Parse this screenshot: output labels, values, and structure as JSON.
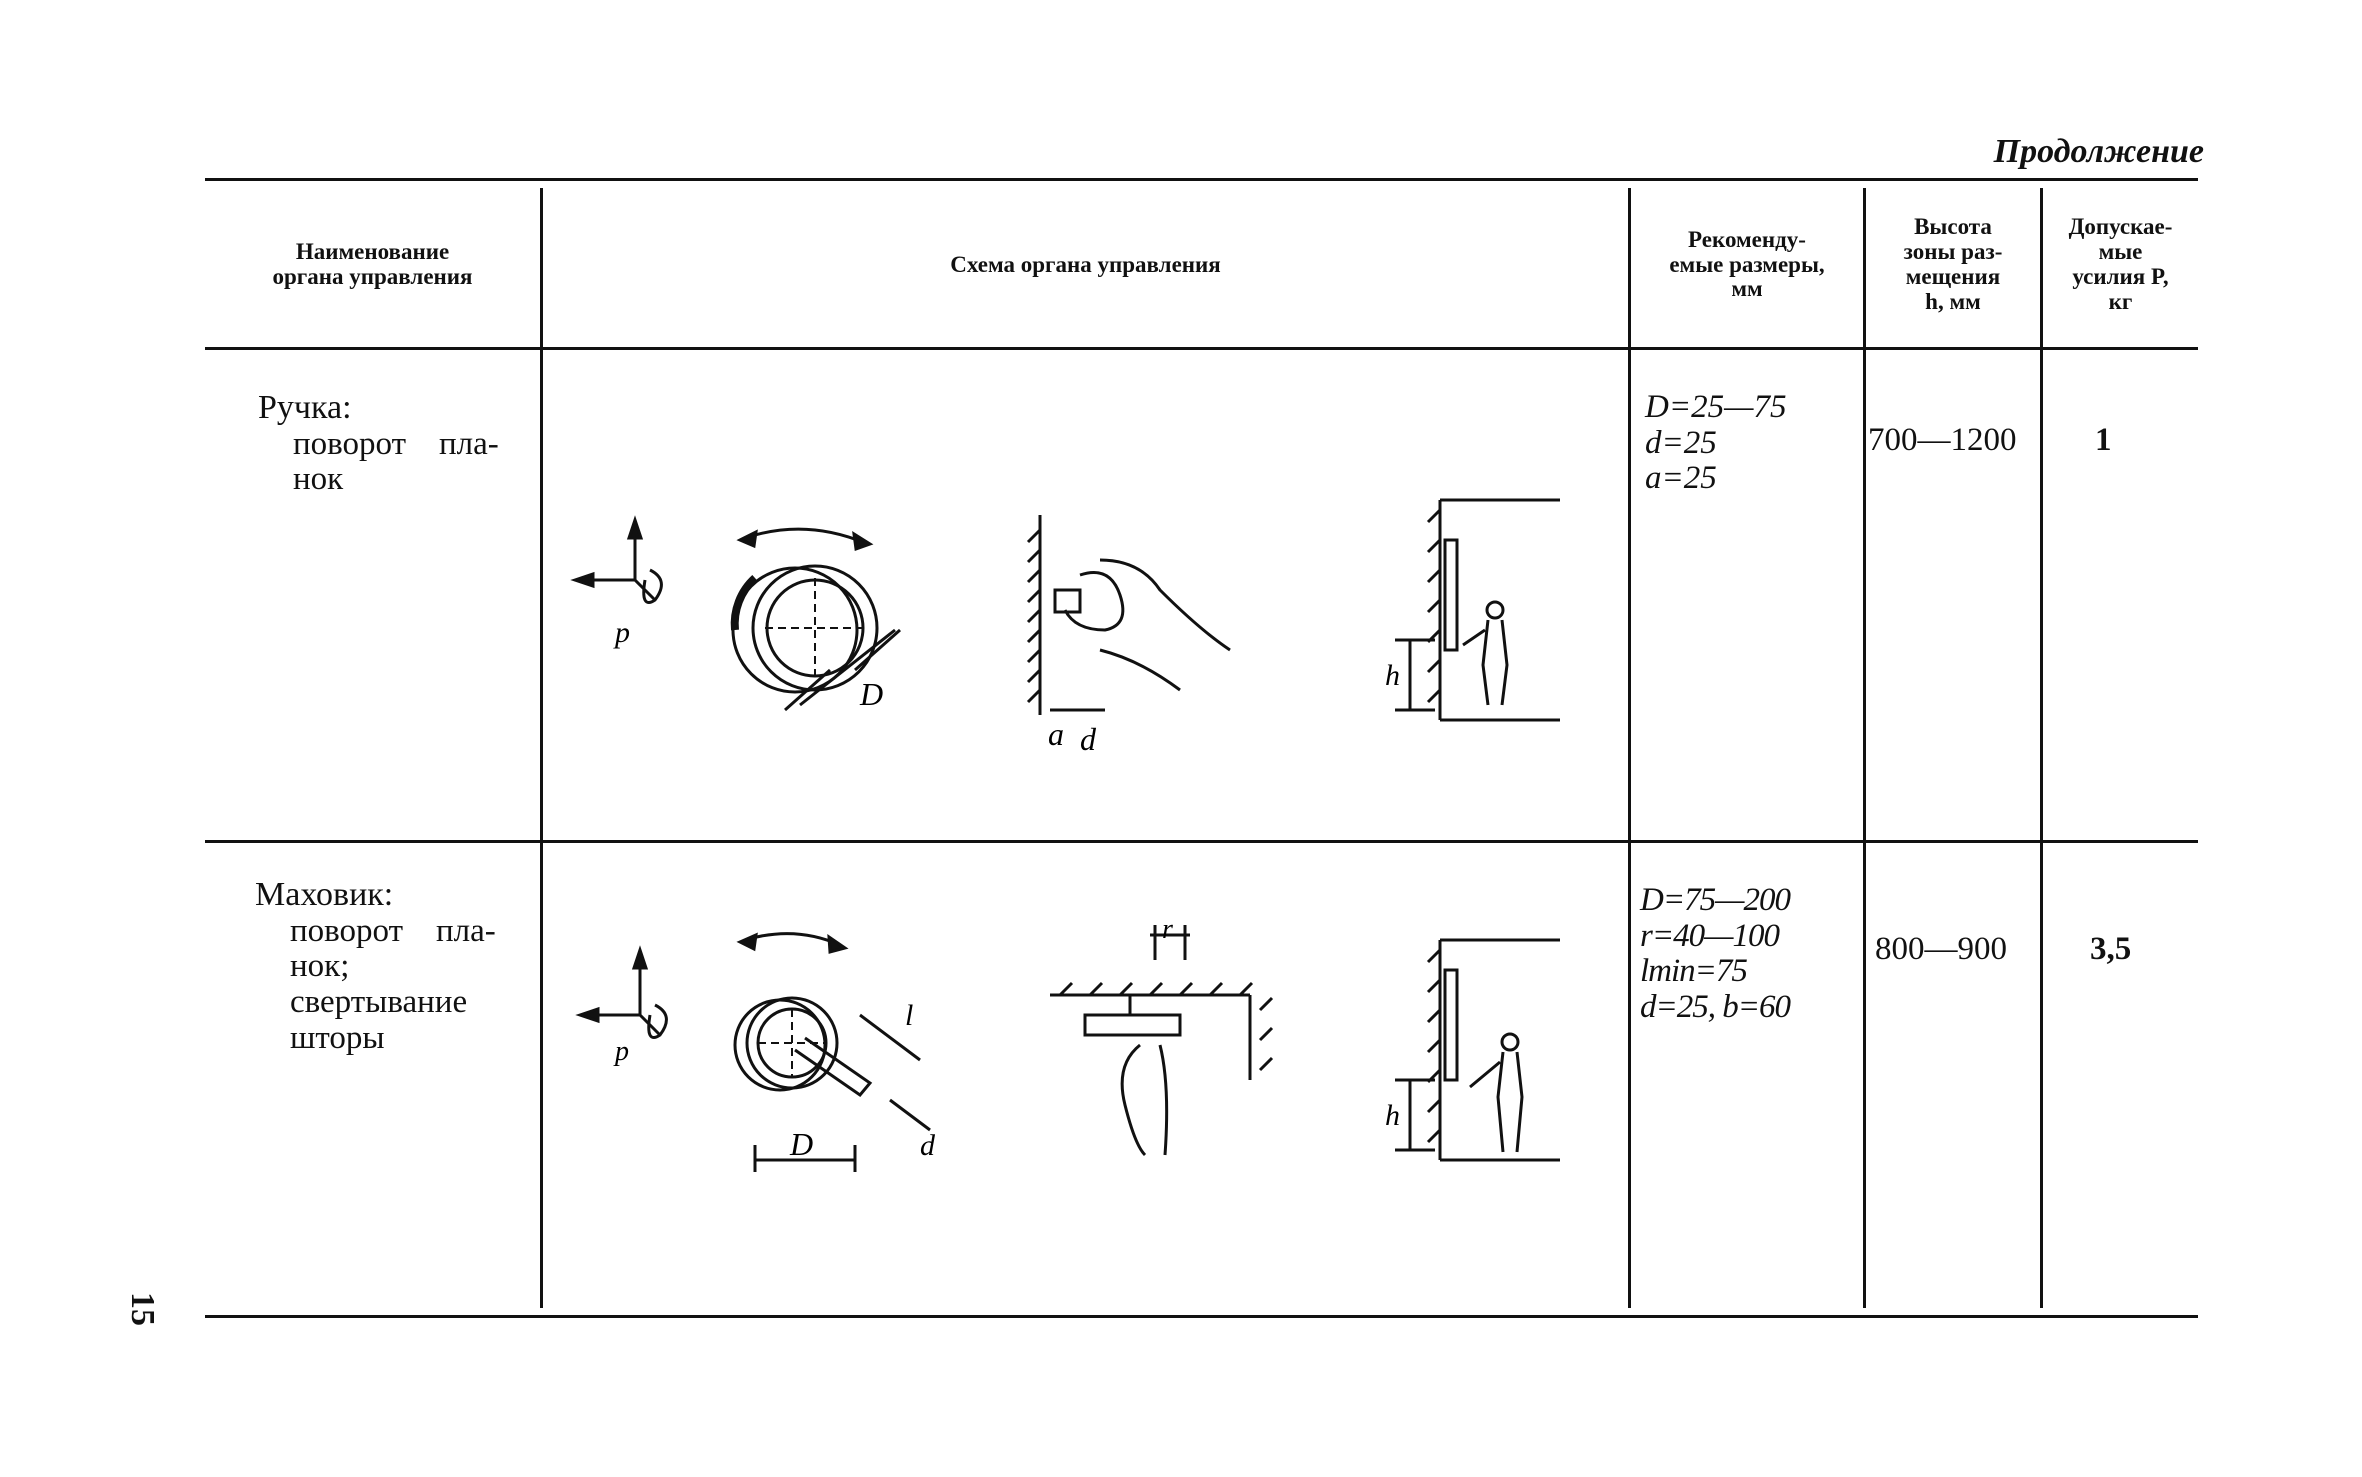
{
  "continuation": "Продолжение",
  "page_number": "15",
  "table": {
    "headers": [
      "Наименование\nоргана управления",
      "Схема органа управления",
      "Рекоменду-\nемые размеры,\nмм",
      "Высота\nзоны раз-\nмещения\nh, мм",
      "Допускае-\nмые\nусилия P,\nкг"
    ],
    "rows": [
      {
        "name_title": "Ручка:",
        "name_lines": [
          "поворот    пла-",
          "нок"
        ],
        "sizes": [
          "D=25—75",
          "d=25",
          "a=25"
        ],
        "height": "700—1200",
        "force": "1",
        "diagram_labels": {
          "p": "p",
          "D": "D",
          "a": "a",
          "d": "d",
          "h": "h"
        }
      },
      {
        "name_title": "Маховик:",
        "name_lines": [
          "поворот    пла-",
          "нок;",
          "свертывание",
          "шторы"
        ],
        "sizes": [
          "D=75—200",
          "r=40—100",
          "lmin=75",
          "d=25, b=60"
        ],
        "height": "800—900",
        "force": "3,5",
        "diagram_labels": {
          "p": "p",
          "D": "D",
          "l": "l",
          "d": "d",
          "r": "r",
          "h": "h"
        }
      }
    ]
  }
}
